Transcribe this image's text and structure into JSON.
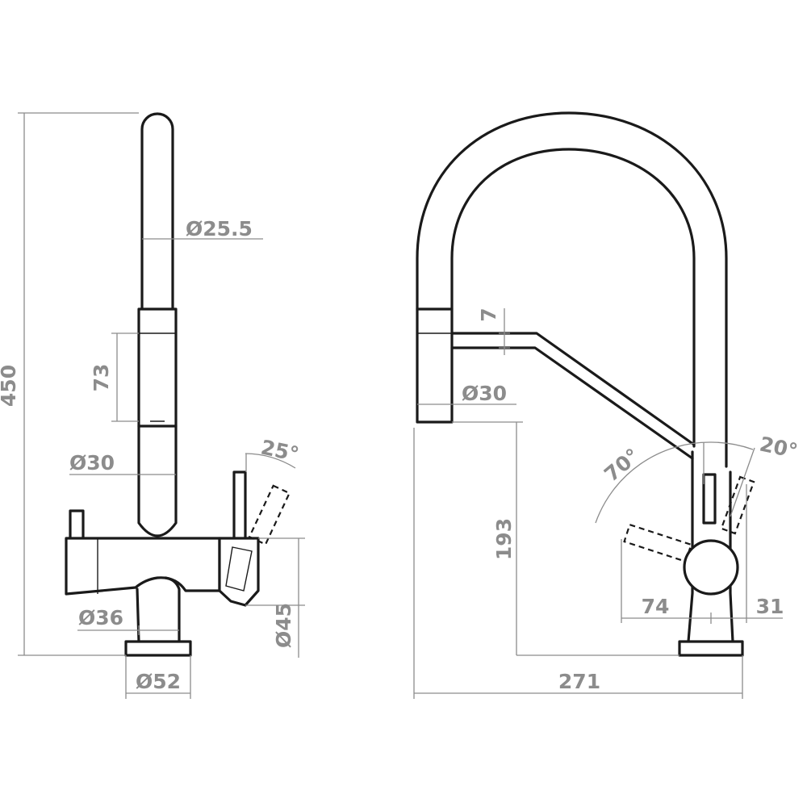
{
  "colors": {
    "line": "#1a1a1a",
    "dimension": "#8c8c8c",
    "background": "#ffffff"
  },
  "left_view": {
    "height": "450",
    "spout_diameter": "Ø25.5",
    "sleeve_length": "73",
    "body_diameter": "Ø30",
    "handle_angle": "25°",
    "stem_diameter": "Ø36",
    "handle_diameter": "Ø45",
    "base_diameter": "Ø52"
  },
  "right_view": {
    "offset": "7",
    "head_diameter": "Ø30",
    "left_angle": "70°",
    "right_angle": "20°",
    "clearance_height": "193",
    "left_swing": "74",
    "right_swing": "31",
    "reach": "271"
  }
}
